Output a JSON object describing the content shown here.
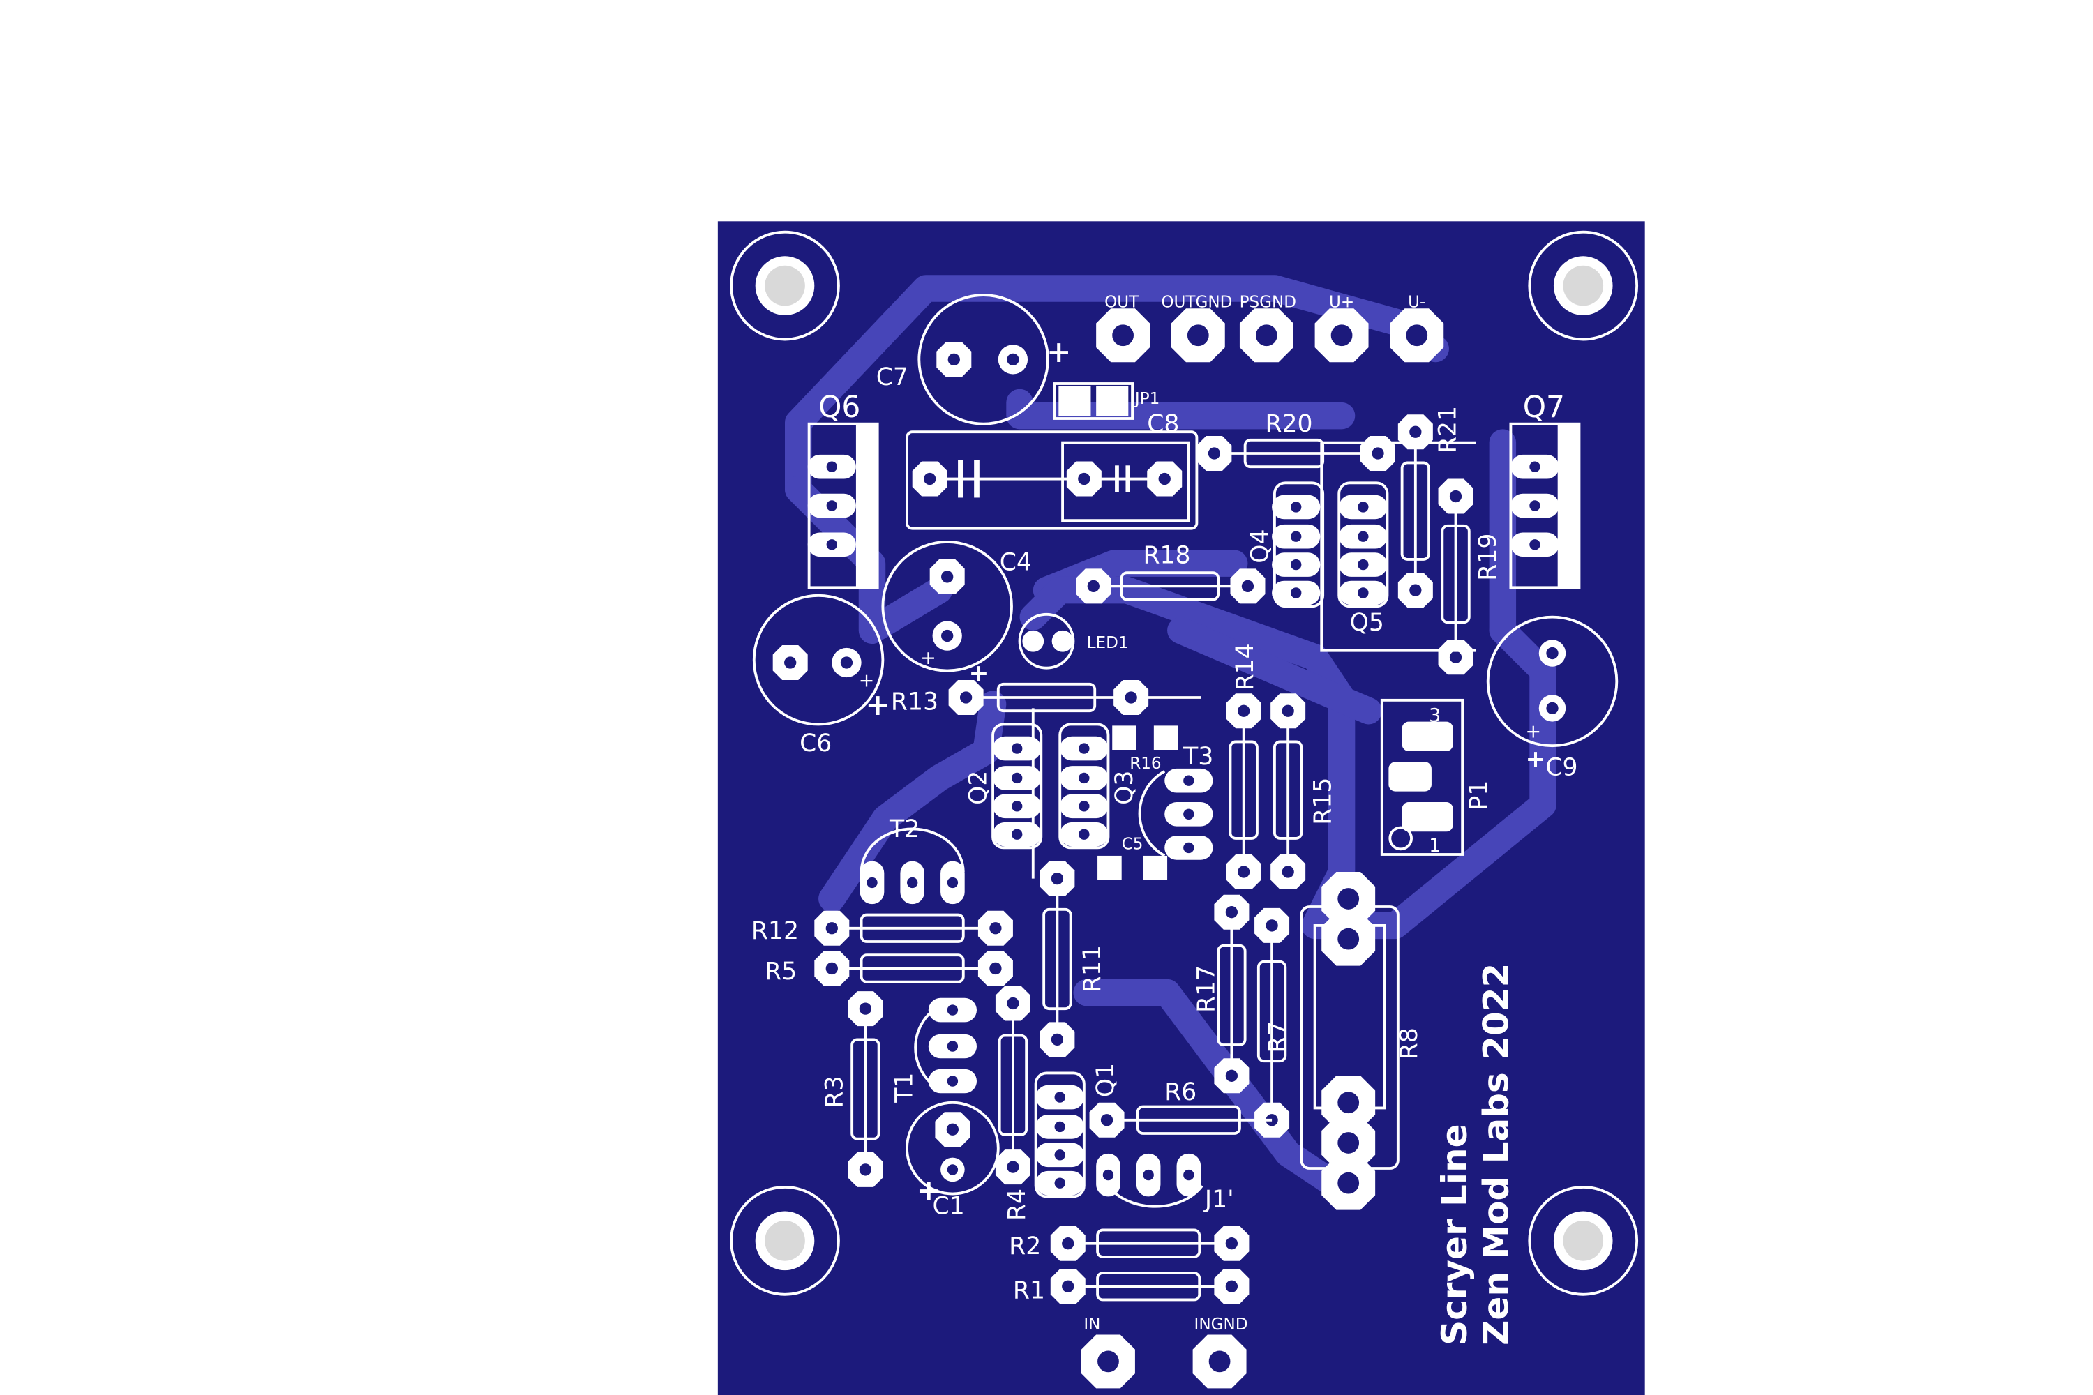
{
  "colors": {
    "page_background": "#ffffff",
    "board": "#1c1a7c",
    "copper_trace": "#4745b8",
    "silkscreen": "#ffffff"
  },
  "board_labels": {
    "title_line1": "Scryer Line",
    "title_line2": "Zen Mod Labs 2022"
  },
  "connector_labels": {
    "out": "OUT",
    "outgnd": "OUTGND",
    "psgnd": "PSGND",
    "u_plus": "U+",
    "u_minus": "U-",
    "in": "IN",
    "ingnd": "INGND"
  },
  "references": {
    "C1": "C1",
    "C4": "C4",
    "C5": "C5",
    "C6": "C6",
    "C7": "C7",
    "C8": "C8",
    "C9": "C9",
    "Q1": "Q1",
    "Q2": "Q2",
    "Q3": "Q3",
    "Q4": "Q4",
    "Q5": "Q5",
    "Q6": "Q6",
    "Q7": "Q7",
    "R1": "R1",
    "R2": "R2",
    "R3": "R3",
    "R4": "R4",
    "R5": "R5",
    "R6": "R6",
    "R7": "R7",
    "R8": "R8",
    "R11": "R11",
    "R12": "R12",
    "R13": "R13",
    "R14": "R14",
    "R15": "R15",
    "R16": "R16",
    "R17": "R17",
    "R18": "R18",
    "R19": "R19",
    "R20": "R20",
    "R21": "R21",
    "T1": "T1",
    "T2": "T2",
    "T3": "T3",
    "J1": "J1'",
    "JP1": "JP1",
    "LED1": "LED1",
    "P1": "P1"
  },
  "pin_marks": {
    "plus": "+",
    "minus": "-",
    "p1_pin3": "3",
    "p1_pin1": "1"
  }
}
